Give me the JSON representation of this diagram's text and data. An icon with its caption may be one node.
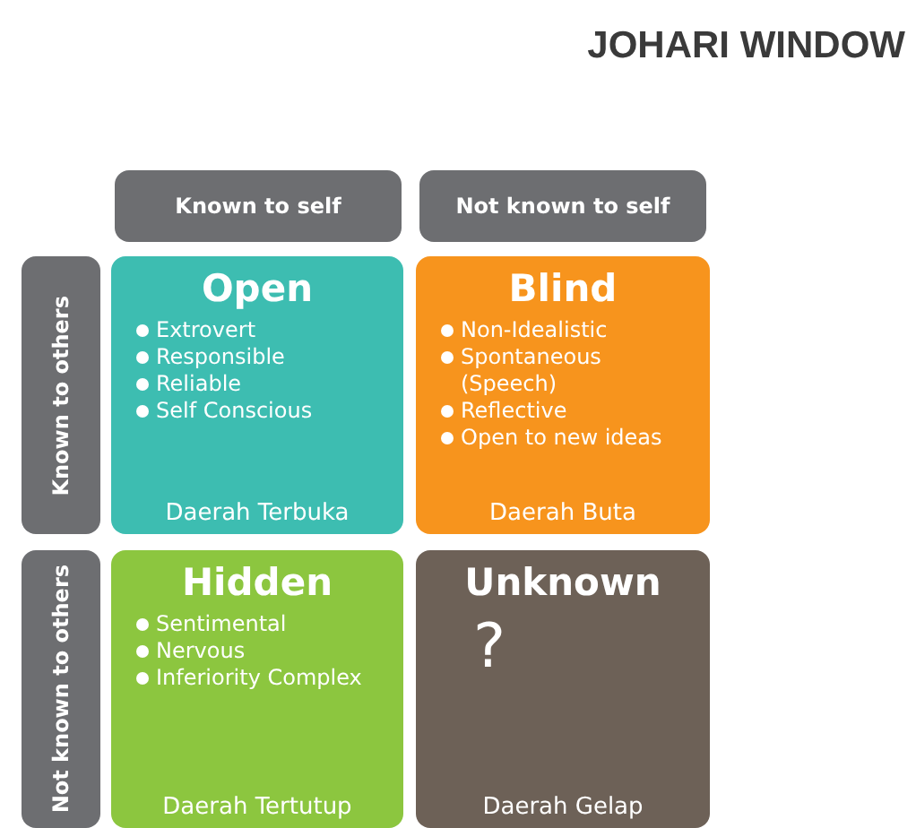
{
  "diagram": {
    "title": "JOHARI WINDOW",
    "nodes": [
      {
        "text": [
          "Known to self"
        ]
      },
      {
        "text": [
          "Not known to self"
        ]
      },
      {
        "text": [
          "Known to others"
        ]
      },
      {
        "text": [
          "Open",
          "Extrovert",
          "Responsible",
          "Reliable",
          "Self Conscious",
          "Daerah Terbuka"
        ]
      },
      {
        "text": [
          "Blind",
          "Non-Idealistic",
          "Spontaneous (Speech)",
          "Reflective",
          "Open to new ideas",
          "Daerah Buta"
        ]
      },
      {
        "text": [
          "Not known to others"
        ]
      },
      {
        "text": [
          "Hidden",
          "Sentimental",
          "Nervous",
          "Inferiority Complex",
          "Daerah Tertutup"
        ]
      },
      {
        "text": [
          "Unknown",
          "?",
          "Daerah Gelap"
        ]
      }
    ]
  }
}
